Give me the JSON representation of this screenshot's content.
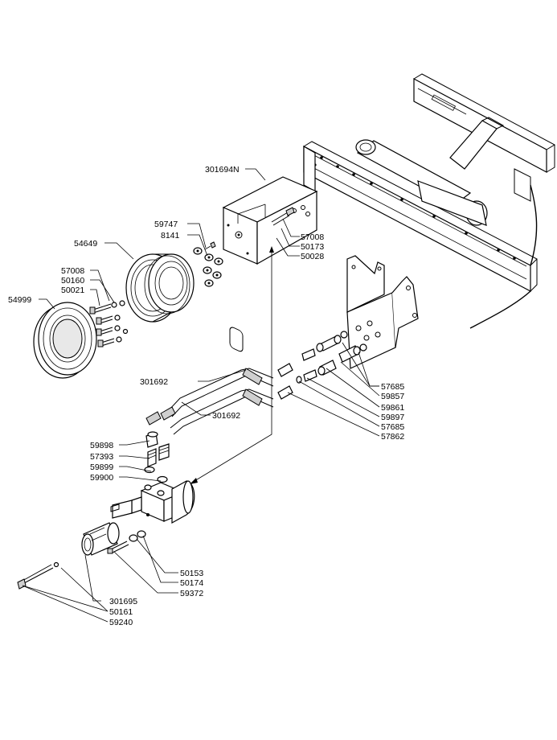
{
  "labels": {
    "p301694N": "301694N",
    "p59747": "59747",
    "p8141": "8141",
    "p54649": "54649",
    "p57008a": "57008",
    "p50160a": "50160",
    "p50021": "50021",
    "p54999": "54999",
    "p57008b": "57008",
    "p50173": "50173",
    "p50028": "50028",
    "p57685a": "57685",
    "p59857": "59857",
    "p59861": "59861",
    "p59897": "59897",
    "p57685b": "57685",
    "p57862": "57862",
    "p301692a": "301692",
    "p301692b": "301692",
    "p59898": "59898",
    "p57393": "57393",
    "p59899": "59899",
    "p59900": "59900",
    "p50153": "50153",
    "p50174": "50174",
    "p59372": "59372",
    "p301695": "301695",
    "p50161": "50161",
    "p59240": "59240"
  }
}
